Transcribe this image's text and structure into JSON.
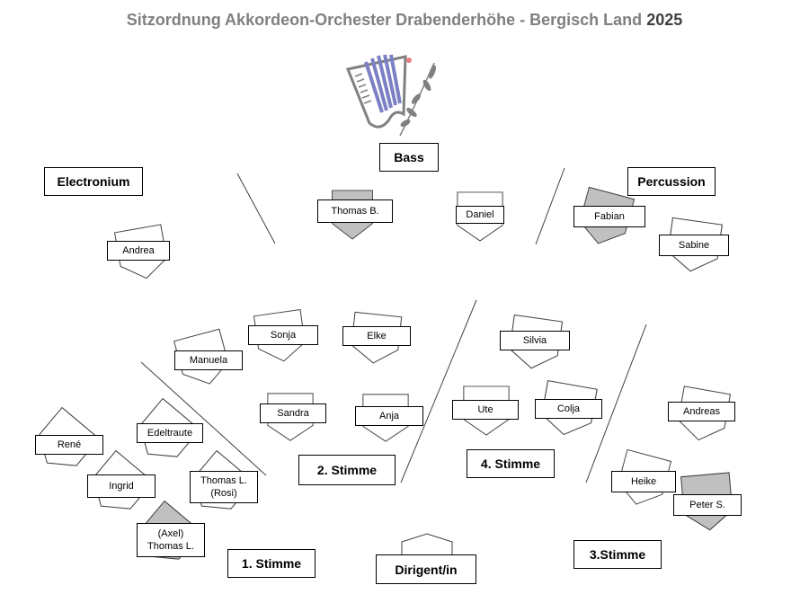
{
  "title": {
    "text": "Sitzordnung Akkordeon-Orchester Drabenderhöhe - Bergisch Land",
    "year": "2025"
  },
  "logo": {
    "icon": "accordion-logo",
    "colors": {
      "bellows": "#7b7fc4",
      "body": "#808080",
      "dot": "#e88080"
    }
  },
  "sections": {
    "electronium": "Electronium",
    "bass": "Bass",
    "percussion": "Percussion",
    "stimme2": "2. Stimme",
    "stimme4": "4. Stimme",
    "stimme1": "1. Stimme",
    "stimme3": "3.Stimme",
    "dirigent": "Dirigent/in"
  },
  "musicians": {
    "thomas_b": "Thomas B.",
    "daniel": "Daniel",
    "fabian": "Fabian",
    "sabine": "Sabine",
    "andrea": "Andrea",
    "sonja": "Sonja",
    "elke": "Elke",
    "manuela": "Manuela",
    "silvia": "Silvia",
    "sandra": "Sandra",
    "anja": "Anja",
    "ute": "Ute",
    "colja": "Colja",
    "andreas": "Andreas",
    "heike": "Heike",
    "peter_s": "Peter S.",
    "rene": "René",
    "edeltraute": "Edeltraute",
    "ingrid": "Ingrid",
    "thomas_l_rosi_1": "Thomas L.",
    "thomas_l_rosi_2": "(Rosi)",
    "axel_thomas_l_1": "(Axel)",
    "axel_thomas_l_2": "Thomas L."
  },
  "colors": {
    "chair_gray": "#c0c0c0",
    "chair_white": "#ffffff"
  }
}
